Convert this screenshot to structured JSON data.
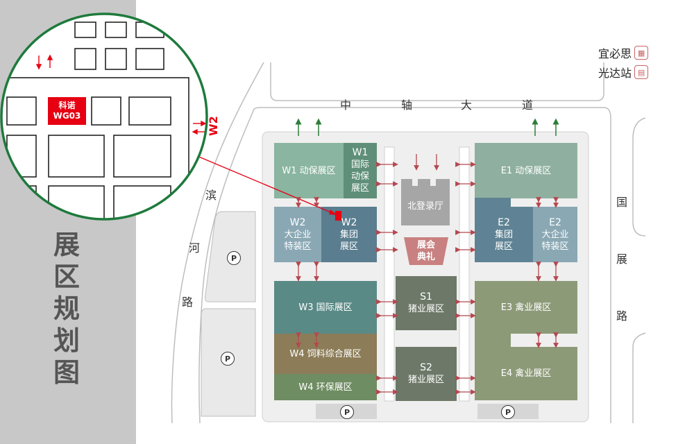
{
  "sidebar": {
    "title_chars": [
      "展",
      "区",
      "规",
      "划",
      "图"
    ]
  },
  "zoom": {
    "badge_line1": "科诺",
    "badge_line2": "WG03",
    "hall_marker": "W2"
  },
  "roads": {
    "north": [
      "中",
      "轴",
      "大",
      "道"
    ],
    "east": [
      "国",
      "展",
      "路"
    ],
    "west": [
      "滨",
      "河",
      "路"
    ]
  },
  "metro": {
    "line1": "宜必思",
    "line2": "光达站"
  },
  "parking_symbol": "P",
  "halls": {
    "w1_main": "W1 动保展区",
    "w1_intl": [
      "W1",
      "国际",
      "动保",
      "展区"
    ],
    "w2_left": [
      "W2",
      "大企业",
      "特装区"
    ],
    "w2_group": [
      "W2",
      "集团",
      "展区"
    ],
    "w3": "W3 国际展区",
    "w4_feed": "W4 饲料综合展区",
    "w4_env": "W4 环保展区",
    "north_lobby": "北登录厅",
    "ceremony": [
      "展会",
      "典礼"
    ],
    "s1": [
      "S1",
      "猪业展区"
    ],
    "s2": [
      "S2",
      "猪业展区"
    ],
    "e1": "E1 动保展区",
    "e2_group": [
      "E2",
      "集团",
      "展区"
    ],
    "e2_right": [
      "E2",
      "大企业",
      "特装区"
    ],
    "e3": "E3 禽业展区",
    "e4": "E4 禽业展区"
  },
  "colors": {
    "w1": "#8ab5a0",
    "w1_intl": "#5f8f78",
    "w2_left": "#8aa8b4",
    "w2_group": "#5a7d8f",
    "w3": "#5a8a86",
    "w4_feed": "#8c7d58",
    "w4_env": "#6f8d62",
    "lobby": "#a6a6a6",
    "ceremony": "#c98080",
    "s": "#6d7868",
    "e1": "#8fb0a0",
    "e2_group": "#5f8394",
    "e2_right": "#8aa8b4",
    "e34": "#8d9a78",
    "arrow": "#b5484f",
    "green_arrow": "#2e7d3a",
    "circle": "#1e7a3c",
    "highlight": "#e60012"
  }
}
